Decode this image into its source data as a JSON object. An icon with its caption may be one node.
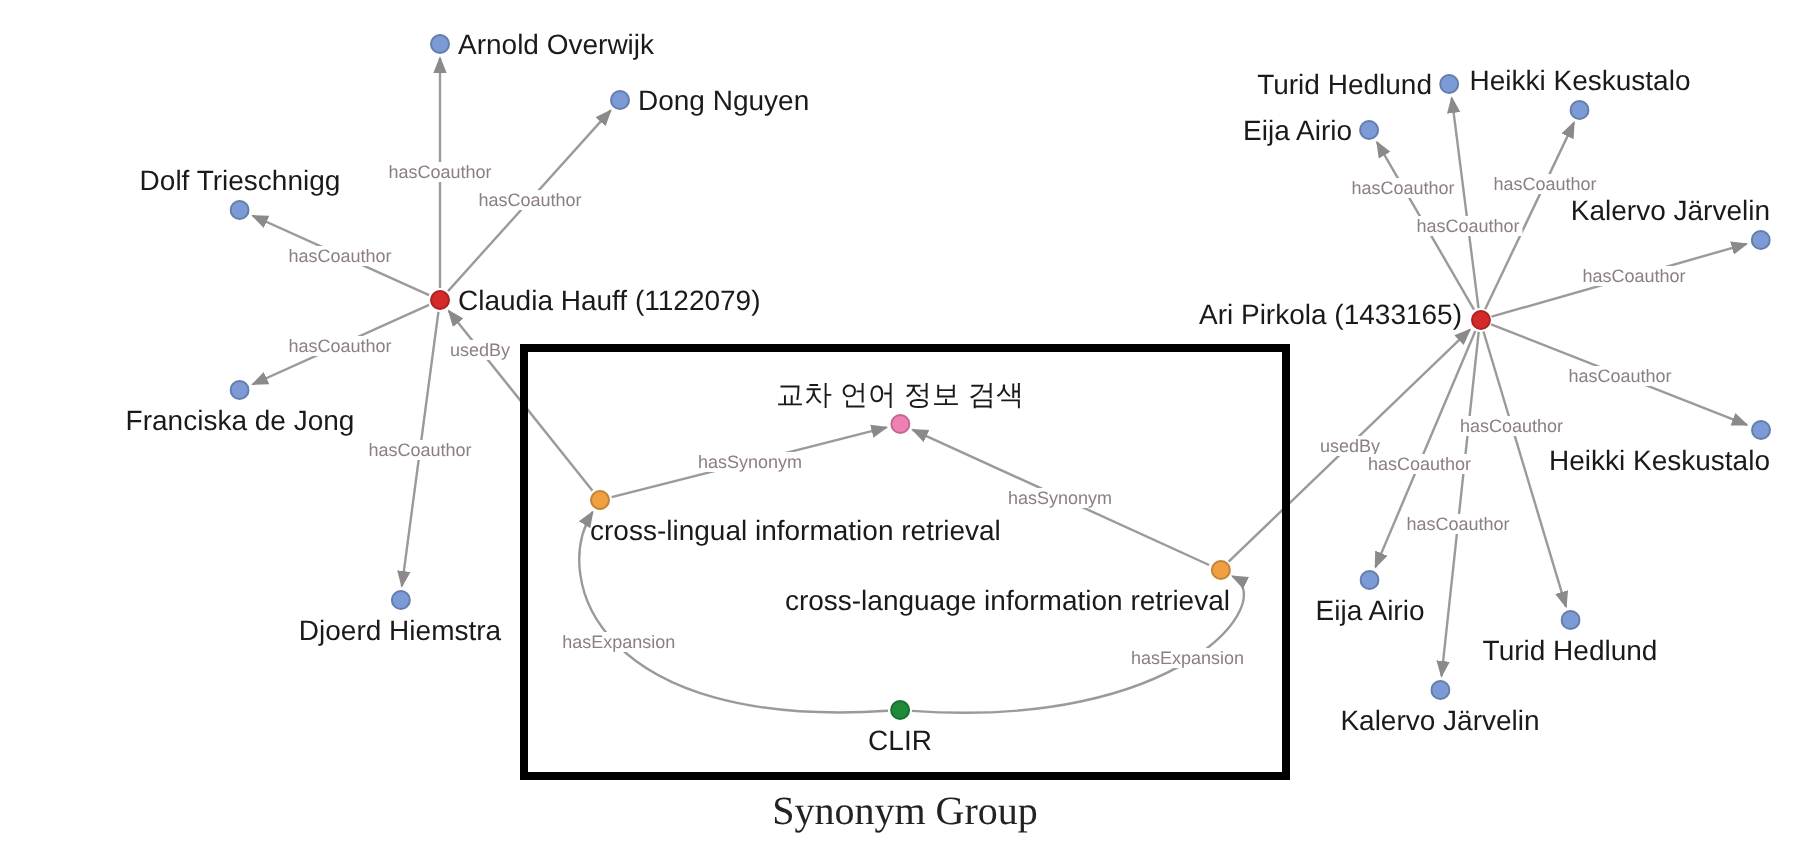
{
  "diagram": {
    "nodes": [
      {
        "text": [
          "Claudia Hauff (1122079)"
        ]
      },
      {
        "text": [
          "Arnold Overwijk"
        ]
      },
      {
        "text": [
          "Dong Nguyen"
        ]
      },
      {
        "text": [
          "Dolf Trieschnigg"
        ]
      },
      {
        "text": [
          "Franciska de Jong"
        ]
      },
      {
        "text": [
          "Djoerd Hiemstra"
        ]
      },
      {
        "text": [
          "Synonym Group"
        ]
      },
      {
        "text": [
          "교차 언어 정보 검색"
        ],
        "in": 6
      },
      {
        "text": [
          "cross-lingual information retrieval"
        ],
        "in": 6
      },
      {
        "text": [
          "cross-language information retrieval"
        ],
        "in": 6
      },
      {
        "text": [
          "CLIR"
        ],
        "in": 6
      },
      {
        "text": [
          "Ari Pirkola (1433165)"
        ]
      },
      {
        "text": [
          "Turid Hedlund"
        ]
      },
      {
        "text": [
          "Heikki Keskustalo"
        ]
      },
      {
        "text": [
          "Eija Airio"
        ]
      },
      {
        "text": [
          "Kalervo Järvelin"
        ]
      },
      {
        "text": [
          "Heikki Keskustalo"
        ]
      },
      {
        "text": [
          "Eija Airio"
        ]
      },
      {
        "text": [
          "Kalervo Järvelin"
        ]
      },
      {
        "text": [
          "Turid Hedlund"
        ]
      }
    ],
    "edges": [
      {
        "from": 0,
        "to": 1,
        "arrow": "to",
        "label": "hasCoauthor"
      },
      {
        "from": 0,
        "to": 2,
        "arrow": "to",
        "label": "hasCoauthor"
      },
      {
        "from": 0,
        "to": 3,
        "arrow": "to",
        "label": "hasCoauthor"
      },
      {
        "from": 0,
        "to": 4,
        "arrow": "to",
        "label": "hasCoauthor"
      },
      {
        "from": 0,
        "to": 5,
        "arrow": "to",
        "label": "hasCoauthor"
      },
      {
        "from": 8,
        "to": 0,
        "arrow": "to",
        "label": "usedBy"
      },
      {
        "from": 8,
        "to": 7,
        "arrow": "to",
        "label": "hasSynonym"
      },
      {
        "from": 9,
        "to": 7,
        "arrow": "to",
        "label": "hasSynonym"
      },
      {
        "from": 10,
        "to": 8,
        "arrow": "to",
        "label": "hasExpansion"
      },
      {
        "from": 10,
        "to": 9,
        "arrow": "to",
        "label": "hasExpansion"
      },
      {
        "from": 9,
        "to": 11,
        "arrow": "to",
        "label": "usedBy"
      },
      {
        "from": 11,
        "to": 12,
        "arrow": "to",
        "label": "hasCoauthor"
      },
      {
        "from": 11,
        "to": 13,
        "arrow": "to",
        "label": "hasCoauthor"
      },
      {
        "from": 11,
        "to": 14,
        "arrow": "to",
        "label": "hasCoauthor"
      },
      {
        "from": 11,
        "to": 15,
        "arrow": "to",
        "label": "hasCoauthor"
      },
      {
        "from": 11,
        "to": 16,
        "arrow": "to",
        "label": "hasCoauthor"
      },
      {
        "from": 11,
        "to": 17,
        "arrow": "to",
        "label": "hasCoauthor"
      },
      {
        "from": 11,
        "to": 18,
        "arrow": "to",
        "label": "hasCoauthor"
      },
      {
        "from": 11,
        "to": 19,
        "arrow": "to",
        "label": "hasCoauthor"
      }
    ]
  }
}
